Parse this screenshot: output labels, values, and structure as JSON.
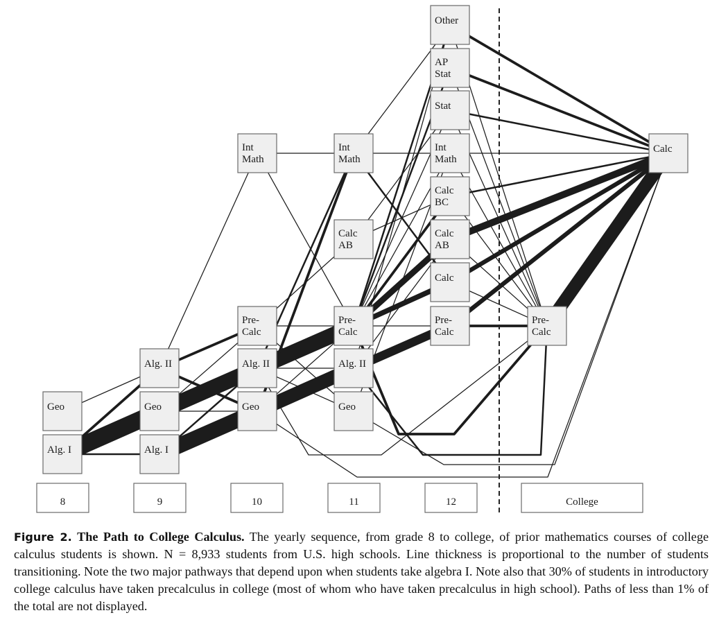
{
  "nodes": [
    {
      "id": "g8_geo",
      "lines": [
        "Geo"
      ]
    },
    {
      "id": "g8_alg1",
      "lines": [
        "Alg. I"
      ]
    },
    {
      "id": "g9_alg2",
      "lines": [
        "Alg. II"
      ]
    },
    {
      "id": "g9_geo",
      "lines": [
        "Geo"
      ]
    },
    {
      "id": "g9_alg1",
      "lines": [
        "Alg. I"
      ]
    },
    {
      "id": "g10_int",
      "lines": [
        "Int",
        "Math"
      ]
    },
    {
      "id": "g10_pre",
      "lines": [
        "Pre-",
        "Calc"
      ]
    },
    {
      "id": "g10_alg2",
      "lines": [
        "Alg. II"
      ]
    },
    {
      "id": "g10_geo",
      "lines": [
        "Geo"
      ]
    },
    {
      "id": "g11_int",
      "lines": [
        "Int",
        "Math"
      ]
    },
    {
      "id": "g11_ab",
      "lines": [
        "Calc",
        "AB"
      ]
    },
    {
      "id": "g11_pre",
      "lines": [
        "Pre-",
        "Calc"
      ]
    },
    {
      "id": "g11_alg2",
      "lines": [
        "Alg. II"
      ]
    },
    {
      "id": "g11_geo",
      "lines": [
        "Geo"
      ]
    },
    {
      "id": "g12_other",
      "lines": [
        "Other"
      ]
    },
    {
      "id": "g12_apstat",
      "lines": [
        "AP",
        "Stat"
      ]
    },
    {
      "id": "g12_stat",
      "lines": [
        "Stat"
      ]
    },
    {
      "id": "g12_int",
      "lines": [
        "Int",
        "Math"
      ]
    },
    {
      "id": "g12_bc",
      "lines": [
        "Calc",
        "BC"
      ]
    },
    {
      "id": "g12_ab",
      "lines": [
        "Calc",
        "AB"
      ]
    },
    {
      "id": "g12_calc",
      "lines": [
        "Calc"
      ]
    },
    {
      "id": "g12_pre",
      "lines": [
        "Pre-",
        "Calc"
      ]
    },
    {
      "id": "col_pre",
      "lines": [
        "Pre-",
        "Calc"
      ]
    },
    {
      "id": "col_calc",
      "lines": [
        "Calc"
      ]
    }
  ],
  "grades": [
    "8",
    "9",
    "10",
    "11",
    "12",
    "College"
  ],
  "flows": [
    {
      "from": "g8_alg1",
      "to": "g9_alg1",
      "weight": 2
    },
    {
      "from": "g8_alg1",
      "to": "g9_geo",
      "weight": 20
    },
    {
      "from": "g8_alg1",
      "to": "g9_alg2",
      "weight": 3
    },
    {
      "from": "g8_geo",
      "to": "g9_alg2",
      "weight": 1
    },
    {
      "from": "g9_alg1",
      "to": "g10_geo",
      "weight": 18
    },
    {
      "from": "g9_alg1",
      "to": "g10_alg2",
      "weight": 2
    },
    {
      "from": "g9_geo",
      "to": "g10_alg2",
      "weight": 18
    },
    {
      "from": "g9_geo",
      "to": "g10_geo",
      "weight": 1
    },
    {
      "from": "g9_geo",
      "to": "g10_pre",
      "weight": 1
    },
    {
      "from": "g9_alg2",
      "to": "g10_pre",
      "weight": 3
    },
    {
      "from": "g9_alg2",
      "to": "g10_geo",
      "weight": 3
    },
    {
      "from": "g9_alg2",
      "to": "g10_int",
      "weight": 1
    },
    {
      "from": "g10_int",
      "to": "g11_int",
      "weight": 1
    },
    {
      "from": "g10_int",
      "to": "g11_pre",
      "weight": 1
    },
    {
      "from": "g10_pre",
      "to": "g11_ab",
      "weight": 1
    },
    {
      "from": "g10_pre",
      "to": "g11_pre",
      "weight": 1
    },
    {
      "from": "g10_pre",
      "to": "g11_geo",
      "weight": 1
    },
    {
      "from": "g10_alg2",
      "to": "g11_pre",
      "weight": 18
    },
    {
      "from": "g10_alg2",
      "to": "g11_int",
      "weight": 2
    },
    {
      "from": "g10_alg2",
      "to": "g11_alg2",
      "weight": 1
    },
    {
      "from": "g10_alg2",
      "to": "g11_geo",
      "weight": 1
    },
    {
      "from": "g10_geo",
      "to": "g11_alg2",
      "weight": 16
    },
    {
      "from": "g10_geo",
      "to": "g11_int",
      "weight": 3
    },
    {
      "from": "g10_geo",
      "to": "g11_pre",
      "weight": 1
    },
    {
      "from": "g11_int",
      "to": "g12_int",
      "weight": 1
    },
    {
      "from": "g11_int",
      "to": "g12_other",
      "weight": 1
    },
    {
      "from": "g11_int",
      "to": "g12_calc",
      "weight": 2
    },
    {
      "from": "g11_ab",
      "to": "g12_bc",
      "weight": 1
    },
    {
      "from": "g11_ab",
      "to": "g12_stat",
      "weight": 1
    },
    {
      "from": "g11_pre",
      "to": "g12_other",
      "weight": 2
    },
    {
      "from": "g11_pre",
      "to": "g12_apstat",
      "weight": 2
    },
    {
      "from": "g11_pre",
      "to": "g12_stat",
      "weight": 1
    },
    {
      "from": "g11_pre",
      "to": "g12_int",
      "weight": 1
    },
    {
      "from": "g11_pre",
      "to": "g12_bc",
      "weight": 3
    },
    {
      "from": "g11_pre",
      "to": "g12_ab",
      "weight": 7
    },
    {
      "from": "g11_pre",
      "to": "g12_calc",
      "weight": 6
    },
    {
      "from": "g11_pre",
      "to": "g12_pre",
      "weight": 1
    },
    {
      "from": "g11_alg2",
      "to": "g12_pre",
      "weight": 10
    },
    {
      "from": "g11_alg2",
      "to": "g12_ab",
      "weight": 1
    },
    {
      "from": "g11_alg2",
      "to": "g12_other",
      "weight": 1
    },
    {
      "from": "g11_geo",
      "to": "g12_int",
      "weight": 1
    },
    {
      "from": "g12_other",
      "to": "col_calc",
      "weight": 3
    },
    {
      "from": "g12_apstat",
      "to": "col_calc",
      "weight": 3
    },
    {
      "from": "g12_stat",
      "to": "col_calc",
      "weight": 2
    },
    {
      "from": "g12_int",
      "to": "col_calc",
      "weight": 1
    },
    {
      "from": "g12_bc",
      "to": "col_calc",
      "weight": 2
    },
    {
      "from": "g12_ab",
      "to": "col_calc",
      "weight": 8
    },
    {
      "from": "g12_calc",
      "to": "col_calc",
      "weight": 5
    },
    {
      "from": "g12_pre",
      "to": "col_calc",
      "weight": 5
    },
    {
      "from": "g12_pre",
      "to": "col_pre",
      "weight": 3
    },
    {
      "from": "g12_other",
      "to": "col_pre",
      "weight": 1
    },
    {
      "from": "g12_apstat",
      "to": "col_pre",
      "weight": 1
    },
    {
      "from": "g12_stat",
      "to": "col_pre",
      "weight": 1
    },
    {
      "from": "g12_int",
      "to": "col_pre",
      "weight": 1
    },
    {
      "from": "g12_bc",
      "to": "col_pre",
      "weight": 1
    },
    {
      "from": "g12_ab",
      "to": "col_pre",
      "weight": 1
    },
    {
      "from": "g12_calc",
      "to": "col_pre",
      "weight": 1
    },
    {
      "from": "col_pre",
      "to": "col_calc",
      "weight": 15
    },
    {
      "from": "g11_pre",
      "to": "col_pre",
      "via": "high",
      "weight": 3
    },
    {
      "from": "g11_alg2",
      "to": "col_pre",
      "via": "mid",
      "weight": 2
    },
    {
      "from": "g10_alg2",
      "to": "col_pre",
      "via": "low",
      "weight": 1
    },
    {
      "from": "g10_geo",
      "to": "col_calc",
      "via": "bottom",
      "weight": 1
    },
    {
      "from": "g11_geo",
      "to": "col_calc",
      "via": "bottom2",
      "weight": 1
    }
  ],
  "caption": {
    "figure_label": "Figure 2.",
    "title": "The Path to College Calculus.",
    "body": "The yearly sequence, from grade 8 to college, of prior mathematics courses of college calculus students is shown. N = 8,933 students from U.S. high schools. Line thickness is proportional to the number of students transitioning. Note the two major pathways that depend upon when students take algebra I. Note also that 30% of students in introductory college calculus have taken precalculus in college (most of whom who have taken precalculus in high school). Paths of  less than 1% of the total are not displayed."
  }
}
